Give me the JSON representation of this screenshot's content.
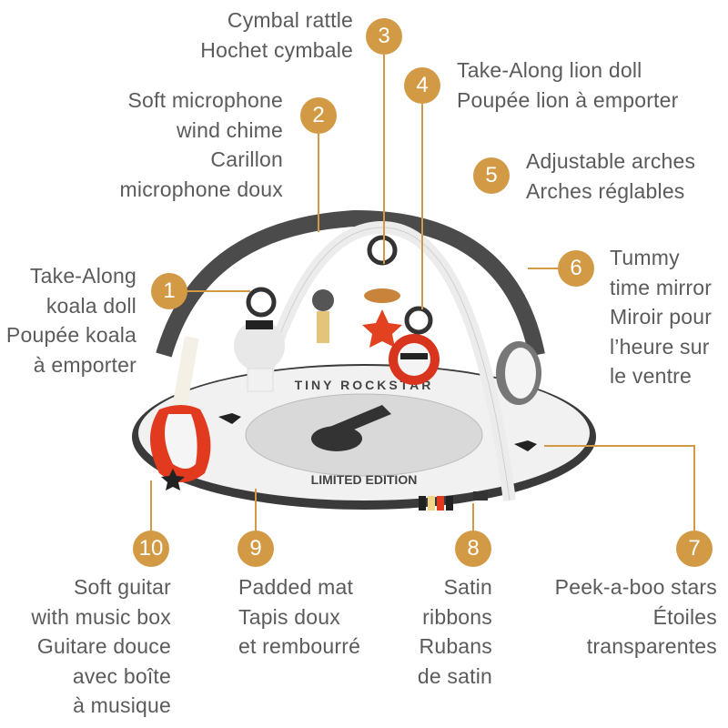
{
  "accent_color": "#d39a45",
  "callouts": [
    {
      "number": "1",
      "lines": [
        "Take-Along",
        "koala doll",
        "Poupée koala",
        "à emporter"
      ]
    },
    {
      "number": "2",
      "lines": [
        "Soft microphone",
        "wind chime",
        "Carillon",
        "microphone doux"
      ]
    },
    {
      "number": "3",
      "lines": [
        "Cymbal rattle",
        "Hochet cymbale"
      ]
    },
    {
      "number": "4",
      "lines": [
        "Take-Along lion doll",
        "Poupée lion à emporter"
      ]
    },
    {
      "number": "5",
      "lines": [
        "Adjustable arches",
        "Arches réglables"
      ]
    },
    {
      "number": "6",
      "lines": [
        "Tummy",
        "time mirror",
        "Miroir pour",
        "l’heure sur",
        "le ventre"
      ]
    },
    {
      "number": "7",
      "lines": [
        "Peek-a-boo stars",
        "Étoiles",
        "transparentes"
      ]
    },
    {
      "number": "8",
      "lines": [
        "Satin",
        "ribbons",
        "Rubans",
        "de satin"
      ]
    },
    {
      "number": "9",
      "lines": [
        "Padded mat",
        "Tapis doux",
        "et rembourré"
      ]
    },
    {
      "number": "10",
      "lines": [
        "Soft guitar",
        "with music box",
        "Guitare douce",
        "avec boîte",
        "à musique"
      ]
    }
  ],
  "mat_print": {
    "top": "TINY ROCKSTAR",
    "bottom": "LIMITED EDITION"
  }
}
